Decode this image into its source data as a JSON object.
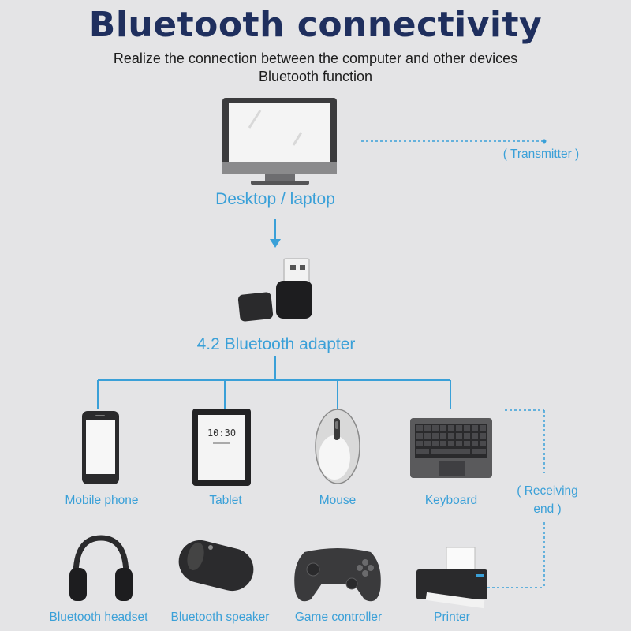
{
  "header": {
    "title": "Bluetooth connectivity",
    "subtitle_line1": "Realize the connection between the computer and other devices",
    "subtitle_line2": "Bluetooth function"
  },
  "source": {
    "label": "Desktop / laptop",
    "role_label": "( Transmitter )",
    "icon": "monitor-icon"
  },
  "adapter": {
    "label": "4.2 Bluetooth adapter",
    "icon": "usb-dongle-icon"
  },
  "receivers": {
    "role_label_line1": "( Receiving",
    "role_label_line2": "end )",
    "row1": [
      {
        "label": "Mobile phone",
        "icon": "smartphone-icon"
      },
      {
        "label": "Tablet",
        "icon": "tablet-icon",
        "screen_time": "10:30"
      },
      {
        "label": "Mouse",
        "icon": "mouse-icon"
      },
      {
        "label": "Keyboard",
        "icon": "keyboard-icon"
      }
    ],
    "row2": [
      {
        "label": "Bluetooth headset",
        "icon": "headphones-icon"
      },
      {
        "label": "Bluetooth speaker",
        "icon": "speaker-icon"
      },
      {
        "label": "Game controller",
        "icon": "gamepad-icon"
      },
      {
        "label": "Printer",
        "icon": "printer-icon"
      }
    ]
  },
  "colors": {
    "accent": "#3aa0d8",
    "title": "#1f2f5e",
    "background": "#e4e4e6"
  }
}
